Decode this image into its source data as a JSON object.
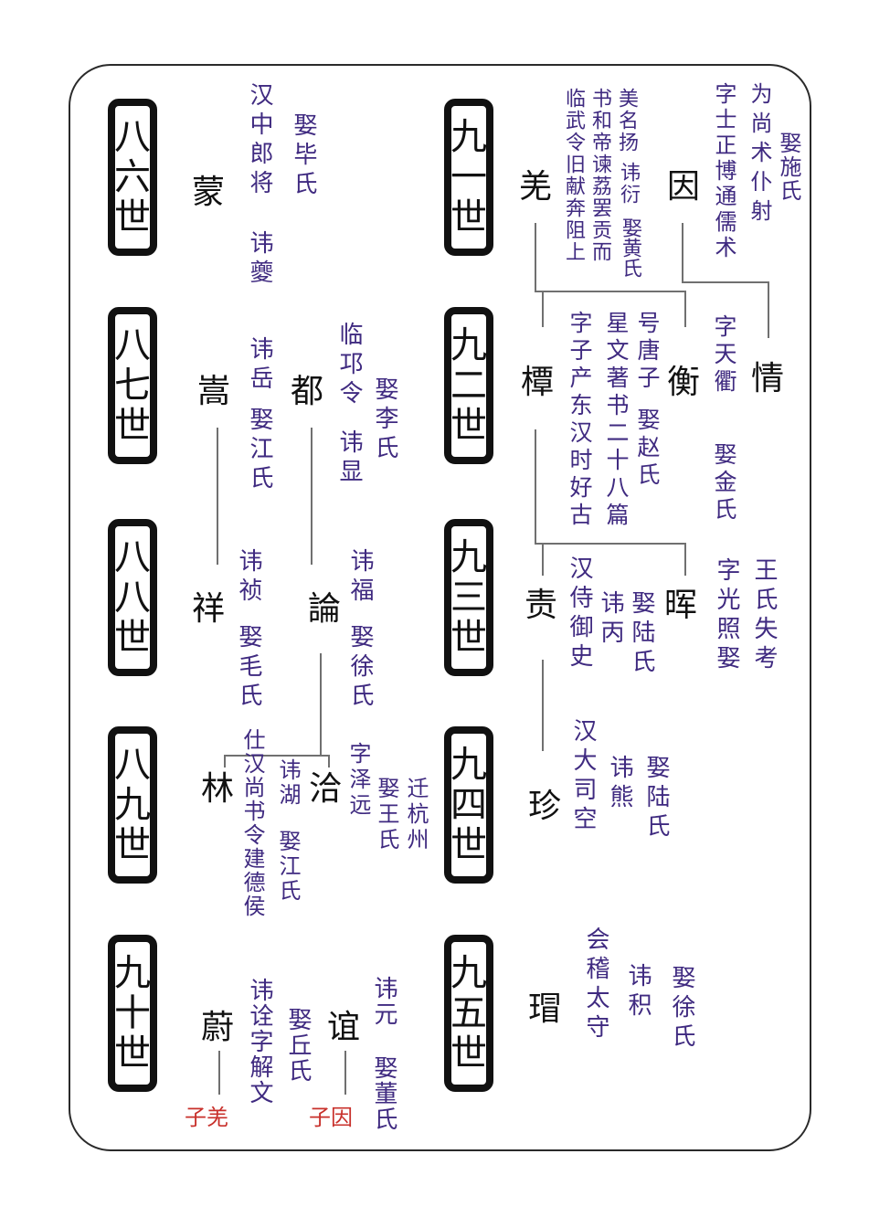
{
  "generations": [
    {
      "id": "86",
      "label": [
        "八",
        "六",
        "世"
      ]
    },
    {
      "id": "87",
      "label": [
        "八",
        "七",
        "世"
      ]
    },
    {
      "id": "88",
      "label": [
        "八",
        "八",
        "世"
      ]
    },
    {
      "id": "89",
      "label": [
        "八",
        "九",
        "世"
      ]
    },
    {
      "id": "90",
      "label": [
        "九",
        "十",
        "世"
      ]
    },
    {
      "id": "91",
      "label": [
        "九",
        "一",
        "世"
      ]
    },
    {
      "id": "92",
      "label": [
        "九",
        "二",
        "世"
      ]
    },
    {
      "id": "93",
      "label": [
        "九",
        "三",
        "世"
      ]
    },
    {
      "id": "94",
      "label": [
        "九",
        "四",
        "世"
      ]
    },
    {
      "id": "95",
      "label": [
        "九",
        "五",
        "世"
      ]
    }
  ],
  "persons": {
    "meng": {
      "name": "蒙",
      "notes": [
        "汉中郎将",
        "讳夔",
        "娶毕氏"
      ]
    },
    "song": {
      "name": "嵩",
      "notes": [
        "讳岳",
        "娶江氏"
      ]
    },
    "du": {
      "name": "都",
      "notes": [
        "临邛令",
        "讳显",
        "娶李氏"
      ]
    },
    "xiang": {
      "name": "祥",
      "notes": [
        "讳祯",
        "娶毛氏"
      ]
    },
    "lun": {
      "name": "論",
      "notes": [
        "讳福",
        "娶徐氏"
      ]
    },
    "lin": {
      "name": "林",
      "notes": [
        "仕汉尚书令建德侯",
        "讳湖",
        "娶江氏"
      ]
    },
    "qia": {
      "name": "洽",
      "notes": [
        "字泽远",
        "娶王氏",
        "迁杭州"
      ]
    },
    "wei": {
      "name": "蔚",
      "notes": [
        "讳诠字解文",
        "娶丘氏"
      ],
      "sub": "子羌"
    },
    "yi": {
      "name": "谊",
      "notes": [
        "讳元",
        "娶董氏"
      ],
      "sub": "子因"
    },
    "qiang": {
      "name": "羌",
      "notes": [
        "临武令旧献奔阻上",
        "书和帝谏荔罢贡而",
        "美名扬",
        "讳衍",
        "娶黄氏"
      ]
    },
    "yin": {
      "name": "因",
      "notes": [
        "字士正博通儒术",
        "为尚术仆射",
        "娶施氏"
      ]
    },
    "tan": {
      "name": "橝",
      "notes": [
        "字子产东汉时好古",
        "星文著书二十八篇",
        "号唐子",
        "娶赵氏"
      ]
    },
    "heng": {
      "name": "衡",
      "notes": [
        "字天衢",
        "娶金氏"
      ]
    },
    "qing": {
      "name": "情",
      "notes": []
    },
    "ze": {
      "name": "责",
      "notes": [
        "汉侍御史",
        "讳丙",
        "娶陆氏"
      ]
    },
    "hui": {
      "name": "晖",
      "notes": [
        "字光照娶",
        "王氏失考"
      ]
    },
    "zhen": {
      "name": "珍",
      "notes": [
        "汉大司空",
        "讳熊",
        "娶陆氏"
      ]
    },
    "mao": {
      "name": "瑁",
      "notes": [
        "会稽太守",
        "讳积",
        "娶徐氏"
      ]
    }
  },
  "colors": {
    "name": "#111111",
    "note": "#3f2a80",
    "sub": "#c8302b",
    "line": "#707070",
    "frame": "#2a2a2a"
  }
}
